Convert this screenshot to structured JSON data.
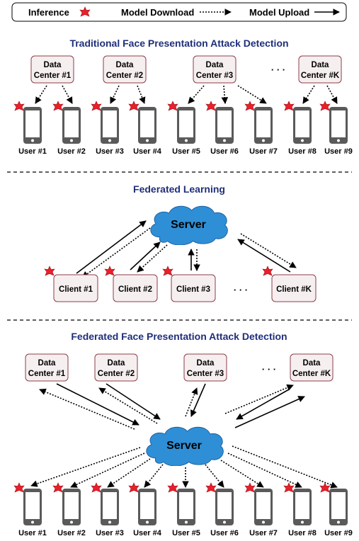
{
  "legend": {
    "inference": "Inference",
    "model_download": "Model Download",
    "model_upload": "Model Upload"
  },
  "colors": {
    "title": "#1f2f7a",
    "box_fill": "#f6efef",
    "box_stroke": "#8e3c4b",
    "star": "#e8202a",
    "phone": "#5a5a5a",
    "cloud": "#2f8fd6"
  },
  "sections": {
    "traditional": {
      "title": "Traditional Face Presentation Attack Detection",
      "data_centers": [
        {
          "line1": "Data",
          "line2": "Center #1"
        },
        {
          "line1": "Data",
          "line2": "Center #2"
        },
        {
          "line1": "Data",
          "line2": "Center #3"
        },
        {
          "line1": "Data",
          "line2": "Center #K"
        }
      ],
      "ellipsis": "· · ·",
      "users": [
        "User #1",
        "User #2",
        "User #3",
        "User #4",
        "User #5",
        "User #6",
        "User #7",
        "User #8",
        "User #9"
      ]
    },
    "federated": {
      "title": "Federated Learning",
      "server": "Server",
      "clients": [
        "Client #1",
        "Client #2",
        "Client #3",
        "Client #K"
      ],
      "ellipsis": "· · ·"
    },
    "fedpad": {
      "title": "Federated Face Presentation Attack Detection",
      "data_centers": [
        {
          "line1": "Data",
          "line2": "Center #1"
        },
        {
          "line1": "Data",
          "line2": "Center #2"
        },
        {
          "line1": "Data",
          "line2": "Center #3"
        },
        {
          "line1": "Data",
          "line2": "Center #K"
        }
      ],
      "ellipsis": "· · ·",
      "server": "Server",
      "users": [
        "User #1",
        "User #2",
        "User #3",
        "User #4",
        "User #5",
        "User #6",
        "User #7",
        "User #8",
        "User #9"
      ]
    }
  }
}
